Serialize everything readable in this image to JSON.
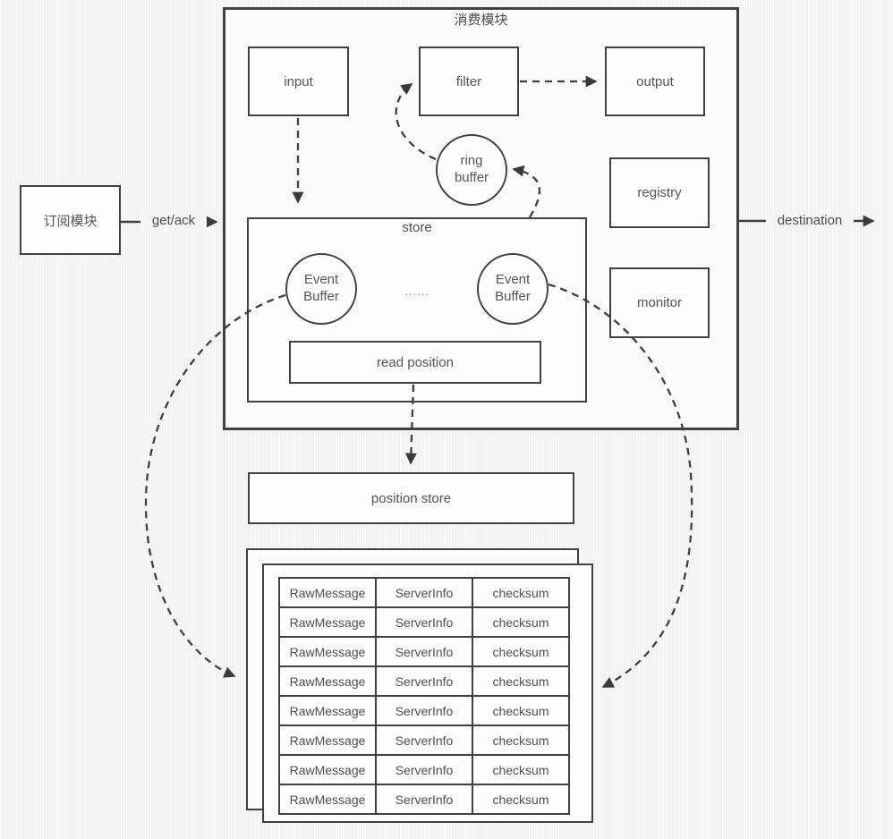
{
  "colors": {
    "background": "#f5f5f5",
    "box_fill": "#fdfdfd",
    "line": "#3f3f3f",
    "text": "#4d4d4d"
  },
  "external": {
    "subscriber_box_label": "订阅模块",
    "get_ack_label": "get/ack",
    "destination_label": "destination"
  },
  "consumer_module": {
    "title": "消费模块",
    "input_label": "input",
    "filter_label": "filter",
    "output_label": "output",
    "ring_buffer_label": "ring\nbuffer",
    "registry_label": "registry",
    "monitor_label": "monitor",
    "store": {
      "title": "store",
      "event_buffer_left_label": "Event\nBuffer",
      "ellipsis": "......",
      "event_buffer_right_label": "Event\nBuffer",
      "read_position_label": "read position"
    }
  },
  "position_store_label": "position store",
  "message_table": {
    "rows": [
      [
        "RawMessage",
        "ServerInfo",
        "checksum"
      ],
      [
        "RawMessage",
        "ServerInfo",
        "checksum"
      ],
      [
        "RawMessage",
        "ServerInfo",
        "checksum"
      ],
      [
        "RawMessage",
        "ServerInfo",
        "checksum"
      ],
      [
        "RawMessage",
        "ServerInfo",
        "checksum"
      ],
      [
        "RawMessage",
        "ServerInfo",
        "checksum"
      ],
      [
        "RawMessage",
        "ServerInfo",
        "checksum"
      ],
      [
        "RawMessage",
        "ServerInfo",
        "checksum"
      ]
    ]
  }
}
